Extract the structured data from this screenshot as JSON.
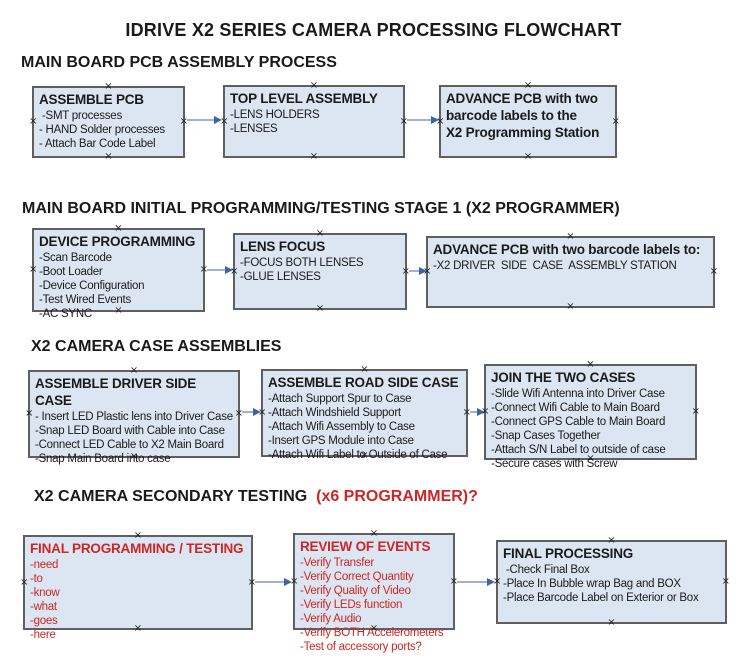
{
  "title": "IDRIVE X2  SERIES CAMERA PROCESSING FLOWCHART",
  "colors": {
    "box_fill": "#dce6f2",
    "box_border": "#5f5f5f",
    "red_text": "#cc2626",
    "arrow_line": "#9cb3d6",
    "arrow_head": "#3c64a0"
  },
  "icons": {
    "connection_point": "×"
  },
  "sections": [
    {
      "heading": "MAIN BOARD PCB ASSEMBLY PROCESS",
      "boxes": [
        {
          "title": "ASSEMBLE PCB",
          "items": [
            " -SMT processes",
            "- HAND Solder processes",
            "- Attach Bar Code Label"
          ]
        },
        {
          "title": "TOP LEVEL ASSEMBLY",
          "items": [
            "-LENS HOLDERS",
            "-LENSES"
          ]
        },
        {
          "title": "ADVANCE PCB with two\nbarcode labels to the\n X2 Programming Station",
          "items": []
        }
      ]
    },
    {
      "heading": "MAIN BOARD INITIAL PROGRAMMING/TESTING STAGE 1 (X2 PROGRAMMER)",
      "boxes": [
        {
          "title": "DEVICE PROGRAMMING",
          "items": [
            "-Scan Barcode",
            "-Boot Loader",
            "-Device Configuration",
            "-Test Wired Events",
            "-AC SYNC"
          ]
        },
        {
          "title": "LENS FOCUS",
          "items": [
            "-FOCUS BOTH LENSES",
            "-GLUE LENSES"
          ]
        },
        {
          "title": "ADVANCE PCB with two barcode labels to:",
          "items": [
            "-X2 DRIVER  SIDE  CASE  ASSEMBLY STATION"
          ]
        }
      ]
    },
    {
      "heading": "X2 CAMERA CASE ASSEMBLIES",
      "boxes": [
        {
          "title": "ASSEMBLE DRIVER SIDE CASE",
          "items": [
            "- Insert LED Plastic lens into Driver Case",
            "-Snap LED Board with Cable into Case",
            "-Connect LED Cable to X2 Main Board",
            "-Snap Main Board into case"
          ]
        },
        {
          "title": "ASSEMBLE ROAD SIDE CASE",
          "items": [
            "-Attach Support Spur to Case",
            "-Attach Windshield Support",
            "-Attach Wifi Assembly to Case",
            "-Insert GPS Module into Case",
            "-Attach Wifi Label to Outside of Case"
          ]
        },
        {
          "title": "JOIN THE TWO CASES",
          "items": [
            "-Slide Wifi Antenna into Driver Case",
            "-Connect Wifi Cable to Main Board",
            "-Connect GPS Cable to Main Board",
            "-Snap Cases Together",
            "-Attach S/N Label to outside of case",
            "-Secure cases with Screw"
          ]
        }
      ]
    },
    {
      "heading": "X2 CAMERA SECONDARY TESTING  ",
      "heading_suffix": "(x6 PROGRAMMER)?",
      "boxes": [
        {
          "title": "FINAL PROGRAMMING / TESTING",
          "red": true,
          "items": [
            "-need",
            "-to",
            "-know",
            "-what",
            "-goes",
            "-here"
          ]
        },
        {
          "title": "REVIEW OF EVENTS",
          "red": true,
          "items": [
            "-Verify Transfer",
            "-Verify Correct Quantity",
            "-Verify Quality of Video",
            "-Verify LEDs function",
            "-Verify Audio",
            "-Verify BOTH Accelerometers",
            "-Test of accessory ports?"
          ]
        },
        {
          "title": "FINAL PROCESSING",
          "items": [
            " -Check Final Box",
            "-Place In Bubble wrap Bag and BOX",
            "-Place Barcode Label on Exterior or Box"
          ]
        }
      ]
    }
  ]
}
